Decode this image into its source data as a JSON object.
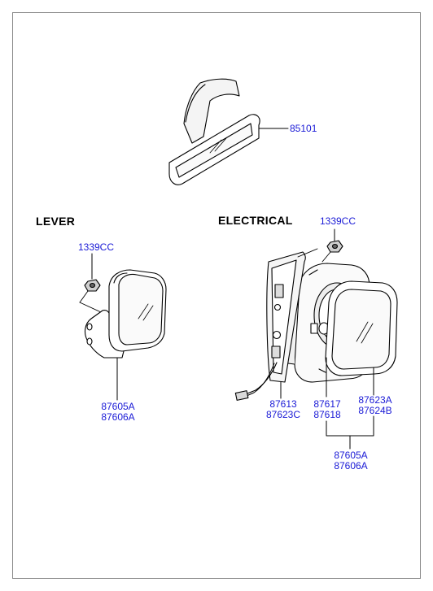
{
  "sections": {
    "lever": "LEVER",
    "electrical": "ELECTRICAL"
  },
  "parts": {
    "p85101": "85101",
    "p1339cc_lever": "1339CC",
    "p1339cc_elec": "1339CC",
    "p87605a_lever": "87605A",
    "p87606a_lever": "87606A",
    "p87613": "87613",
    "p87623c": "87623C",
    "p87617": "87617",
    "p87618": "87618",
    "p87623a": "87623A",
    "p87624b": "87624B",
    "p87605a_elec": "87605A",
    "p87606a_elec": "87606A"
  },
  "colors": {
    "label": "#1a1ad6",
    "line": "#000000",
    "frame": "#8a8a8a"
  }
}
